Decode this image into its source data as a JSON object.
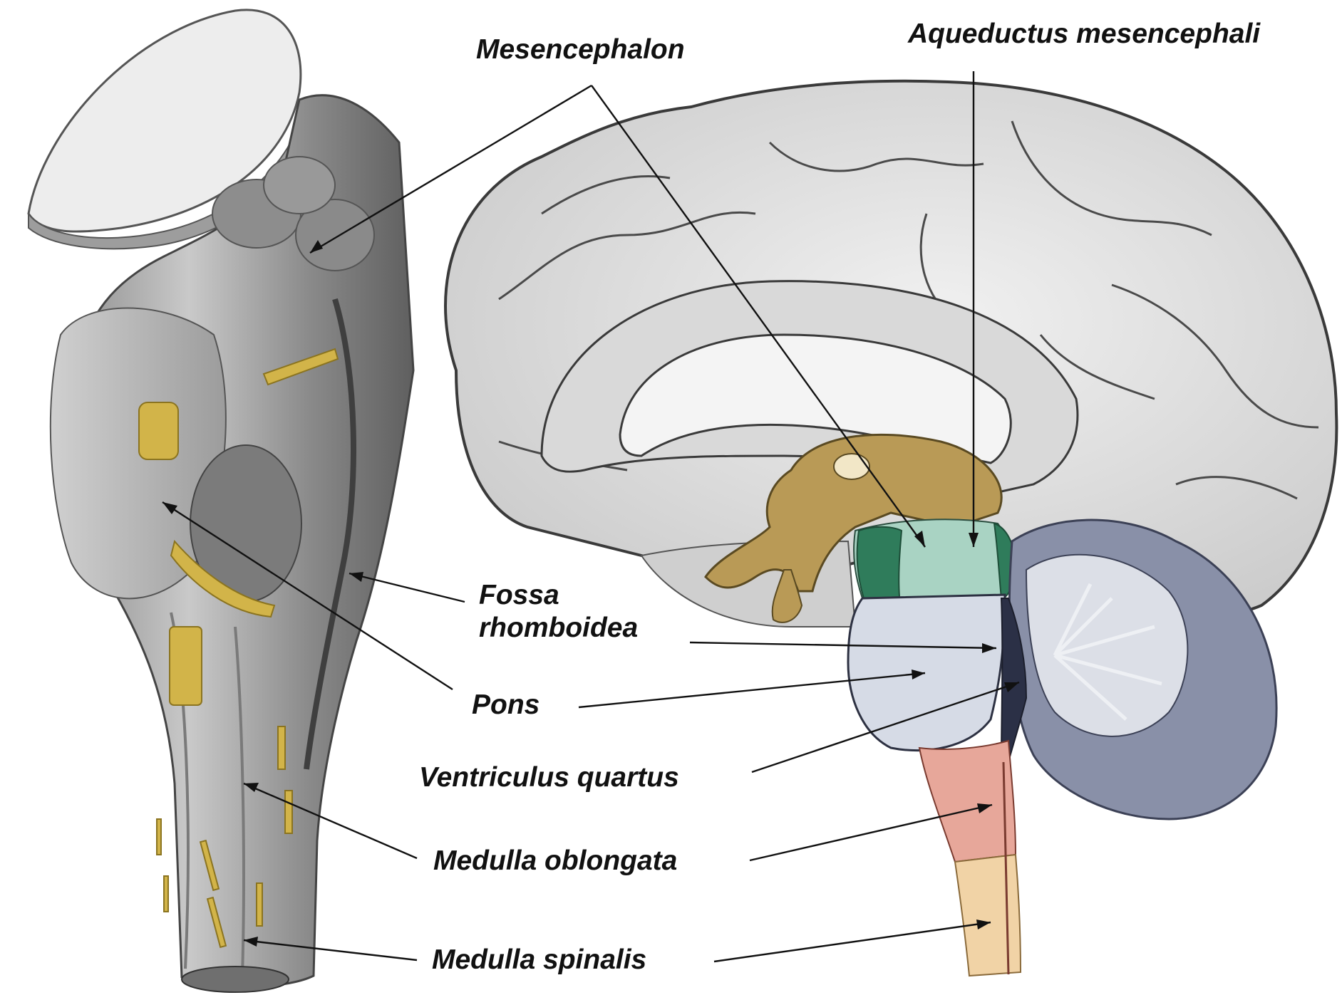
{
  "labels": {
    "mesencephalon": "Mesencephalon",
    "aqueductus": "Aqueductus mesencephali",
    "fossa_line1": "Fossa",
    "fossa_line2": "rhomboidea",
    "pons": "Pons",
    "ventriculus": "Ventriculus quartus",
    "medulla_oblongata": "Medulla oblongata",
    "medulla_spinalis": "Medulla spinalis"
  },
  "colors": {
    "background": "#ffffff",
    "cortex": "#e2e2e2",
    "cortex_outline": "#3a3a3a",
    "corpus_callosum": "#f2f2f2",
    "diencephalon": "#b99a56",
    "mesencephalon": "#a9d3c3",
    "mesencephalon_dark": "#2f7c5b",
    "pons": "#d6dbe6",
    "cerebellum": "#8990a8",
    "cerebellum_white": "#eef0f4",
    "medulla_oblongata": "#e7a79a",
    "medulla_spinalis": "#f1d3a6",
    "brainstem_grey": "#9a9a9a",
    "nerve_yellow": "#d2b449",
    "leader_line": "#111111"
  }
}
